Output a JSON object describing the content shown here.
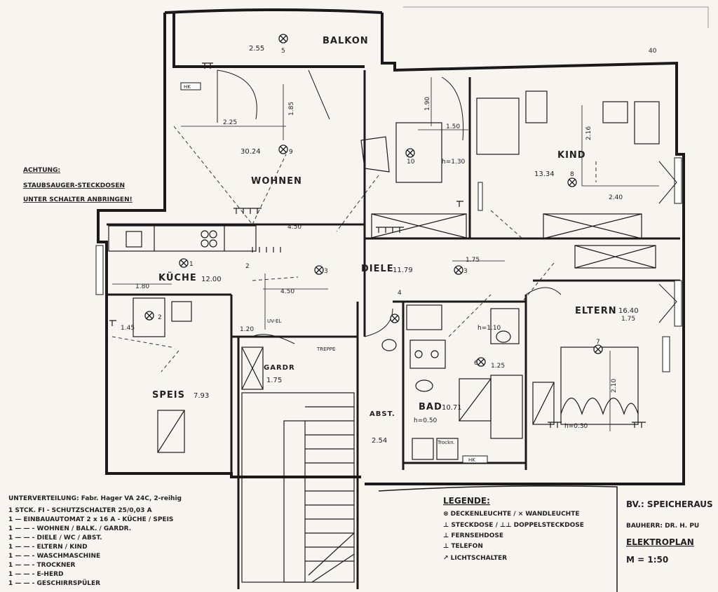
{
  "note": {
    "heading": "ACHTUNG:",
    "line1": "STAUBSAUGER-STECKDOSEN",
    "line2": "UNTER SCHALTER ANBRINGEN!"
  },
  "rooms": {
    "balkon": {
      "name": "BALKON",
      "area": "2.55"
    },
    "wohnen": {
      "name": "WOHNEN",
      "area": "30.24"
    },
    "kind": {
      "name": "KIND",
      "area": "13.34"
    },
    "kueche": {
      "name": "KÜCHE",
      "area": "12.00"
    },
    "diele": {
      "name": "DIELE",
      "area": "11.79"
    },
    "eltern": {
      "name": "ELTERN",
      "area": "16.40"
    },
    "speis": {
      "name": "SPEIS",
      "area": "7.93"
    },
    "gard": {
      "name": "GARDR",
      "area": "1.75"
    },
    "bad": {
      "name": "BAD",
      "area": "10.71"
    },
    "abst": {
      "name": "ABST.",
      "area": "2.54"
    }
  },
  "dims": {
    "d225": "2.25",
    "d185": "1.85",
    "d150": "1.50",
    "d130": "h=1.30",
    "d190": "1.90",
    "d216": "2.16",
    "d240": "2.40",
    "d180": "1.80",
    "d450a": "4.50",
    "d450b": "4.50",
    "d175a": "1.75",
    "d175b": "1.75",
    "d210": "2.10",
    "d120": "1.20",
    "d145": "1.45",
    "d125": "1.25",
    "d110": "h=1.10",
    "d050": "h=0.50",
    "d030": "h=0.30"
  },
  "labels": {
    "hk": "HK",
    "uvel": "UV-EL",
    "treppe": "TREPPE",
    "trockner": "Trockn."
  },
  "fixtures": {
    "n1": "1",
    "n2": "2",
    "n3": "3",
    "n4": "4",
    "n5": "5",
    "n6": "6",
    "n7": "7",
    "n8": "8",
    "n9": "9",
    "n10": "10"
  },
  "distribution": {
    "heading": "UNTERVERTEILUNG: Fabr. Hager VA 24C, 2-reihig",
    "lines": [
      "1 STCK. FI - SCHUTZSCHALTER 25/0,03 A",
      "1 — EINBAUAUTOMAT 2 x 16 A - KÜCHE / SPEIS",
      "1 — — - WOHNEN / BALK. / GARDR.",
      "1 — — - DIELE / WC / ABST.",
      "1 — — - ELTERN / KIND",
      "1 — — - WASCHMASCHINE",
      "1 — — - TROCKNER",
      "1 — — - E-HERD",
      "1 — — - GESCHIRRSPÜLER"
    ]
  },
  "legend": {
    "title": "LEGENDE:",
    "items": [
      "⊗ DECKENLEUCHTE / × WANDLEUCHTE",
      "⊥ STECKDOSE / ⊥⊥ DOPPELSTECKDOSE",
      "⊥ FERNSEHDOSE",
      "⊥ TELEFON",
      "↗ LICHTSCHALTER"
    ]
  },
  "titleblock": {
    "bv": "BV.: SPEICHERAUS",
    "bauherr": "BAUHERR: DR. H. PU",
    "plan": "ELEKTROPLAN",
    "scale": "M = 1:50",
    "north": "40"
  },
  "colors": {
    "ink": "#1a1a1a",
    "paper": "#f6f5f0"
  }
}
